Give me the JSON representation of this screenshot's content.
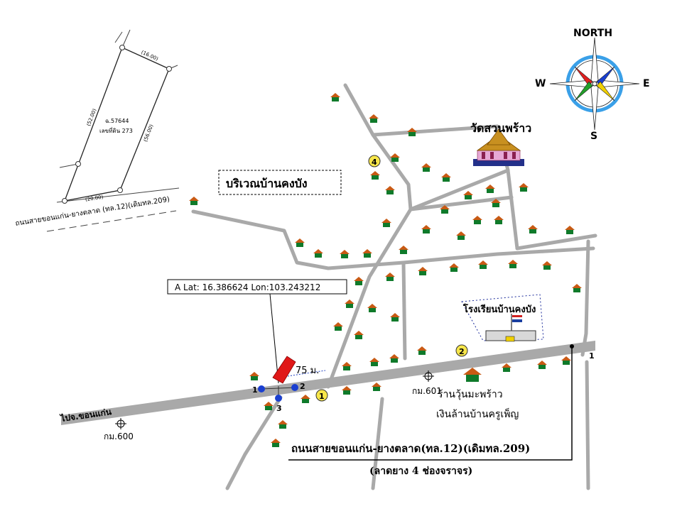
{
  "compass": {
    "north": "NORTH",
    "south": "S",
    "east": "E",
    "west": "W",
    "colors": {
      "red": "#e02020",
      "blue": "#1a3fd0",
      "green": "#22a02a",
      "yellow": "#f0d000",
      "ring": "#3aa0e8"
    }
  },
  "deed": {
    "parcel_no": "ฉ.57644",
    "land_no": "เลขที่ดิน 273",
    "dims": {
      "top": "(16.00)",
      "left": "(52.00)",
      "right": "(56.00)",
      "bottom": "(20.00)"
    },
    "road_name": "ถนนสายขอนแก่น-ยางตลาด (ทล.12)(เดิมทล.209)"
  },
  "area_label": "บริเวณบ้านคงบัง",
  "temple": {
    "name": "วัดสวนพร้าว",
    "colors": {
      "roof": "#c89020",
      "body": "#e6a8d6",
      "base": "#23308a"
    }
  },
  "school": {
    "name": "โรงเรียนบ้านคงบัง"
  },
  "coordinate_box": "A Lat: 16.386624 Lon:103.243212",
  "distance_label": "75 ม.",
  "km_markers": {
    "km601": "กม.601",
    "km600": "กม.600"
  },
  "direction_label": "ไปจ.ขอนแก่น",
  "shop": {
    "line1": "ร้านวุ้นมะพร้าว",
    "line2": "เงินล้านบ้านครูเพ็ญ"
  },
  "highway": {
    "name": "ถนนสายขอนแก่น-ยางตลาด(ทล.12)(เดิมทล.209)",
    "sub": "(ลาดยาง 4 ช่องจราจร)",
    "edge_number": "1"
  },
  "markers": [
    "1",
    "2",
    "4"
  ],
  "corner_points": [
    "1",
    "2",
    "3"
  ],
  "house_color": {
    "roof": "#c85a14",
    "body": "#0f7a2a"
  }
}
